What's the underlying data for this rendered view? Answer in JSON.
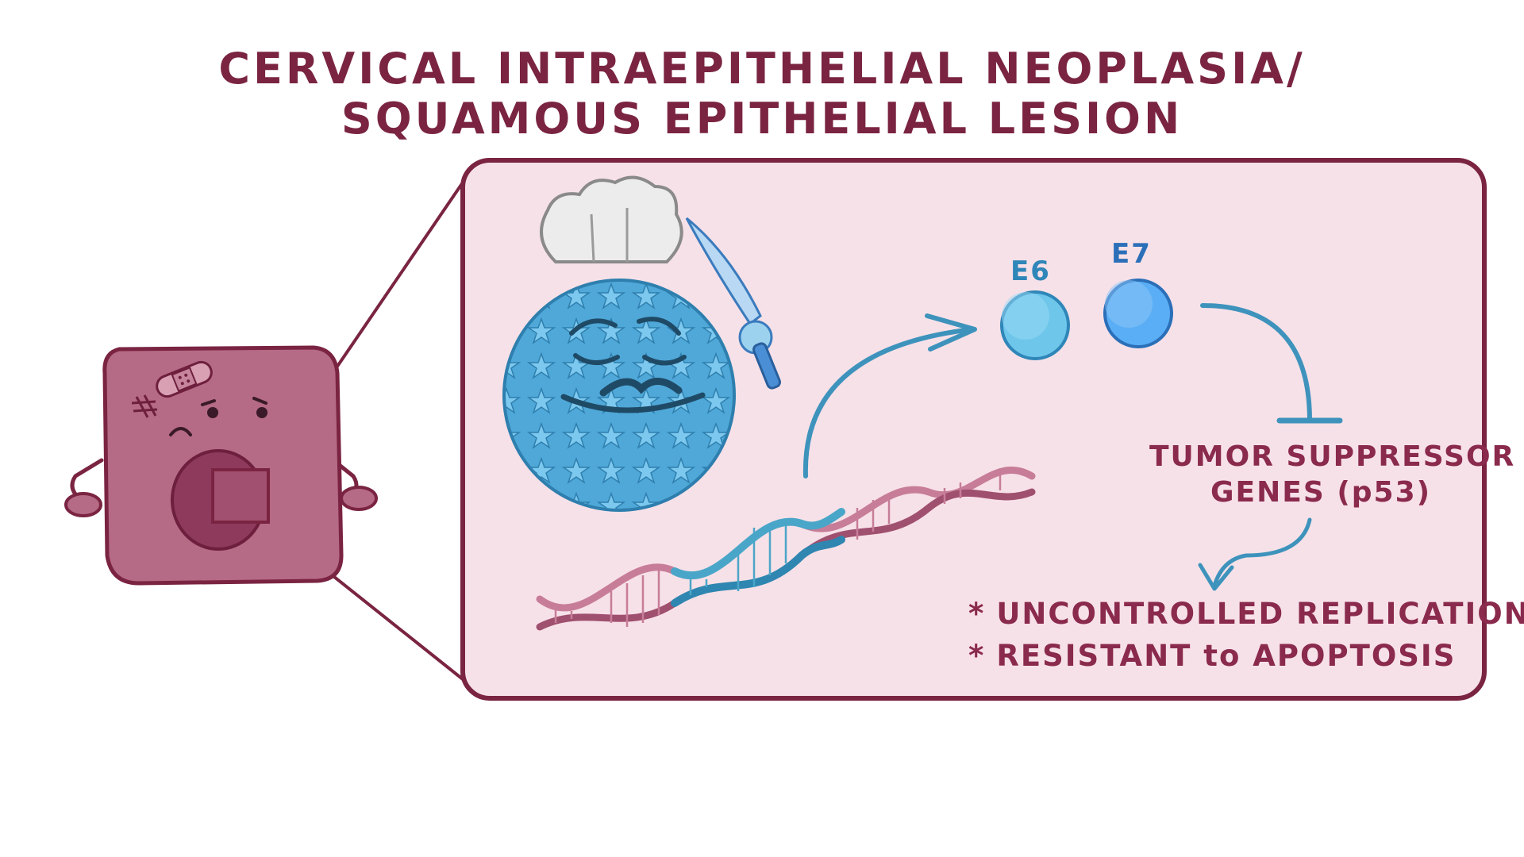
{
  "title": {
    "line1": "CERVICAL INTRAEPITHELIAL NEOPLASIA/",
    "line2": "SQUAMOUS EPITHELIAL LESION"
  },
  "proteins": [
    {
      "label": "E6",
      "color": "#6ec6ea"
    },
    {
      "label": "E7",
      "color": "#5aaef5"
    }
  ],
  "target": {
    "line1": "TUMOR SUPPRESSOR",
    "line2": "GENES (p53)"
  },
  "effects": [
    {
      "bullet": "*",
      "text": "UNCONTROLLED REPLICATION"
    },
    {
      "bullet": "*",
      "text": "RESISTANT to APOPTOSIS"
    }
  ],
  "colors": {
    "maroon": "#7a2442",
    "panel_bg": "#f7e1e8",
    "cell": "#b56a85",
    "virus": "#5bb5e4",
    "arrow": "#3e93bc",
    "dna_pink": "#c77d98",
    "dna_blue": "#4aa6c8"
  },
  "icons": [
    "squamous-cell-icon",
    "hpv-virus-icon",
    "chef-hat-icon",
    "knife-icon",
    "dna-helix-icon",
    "bandage-icon"
  ]
}
